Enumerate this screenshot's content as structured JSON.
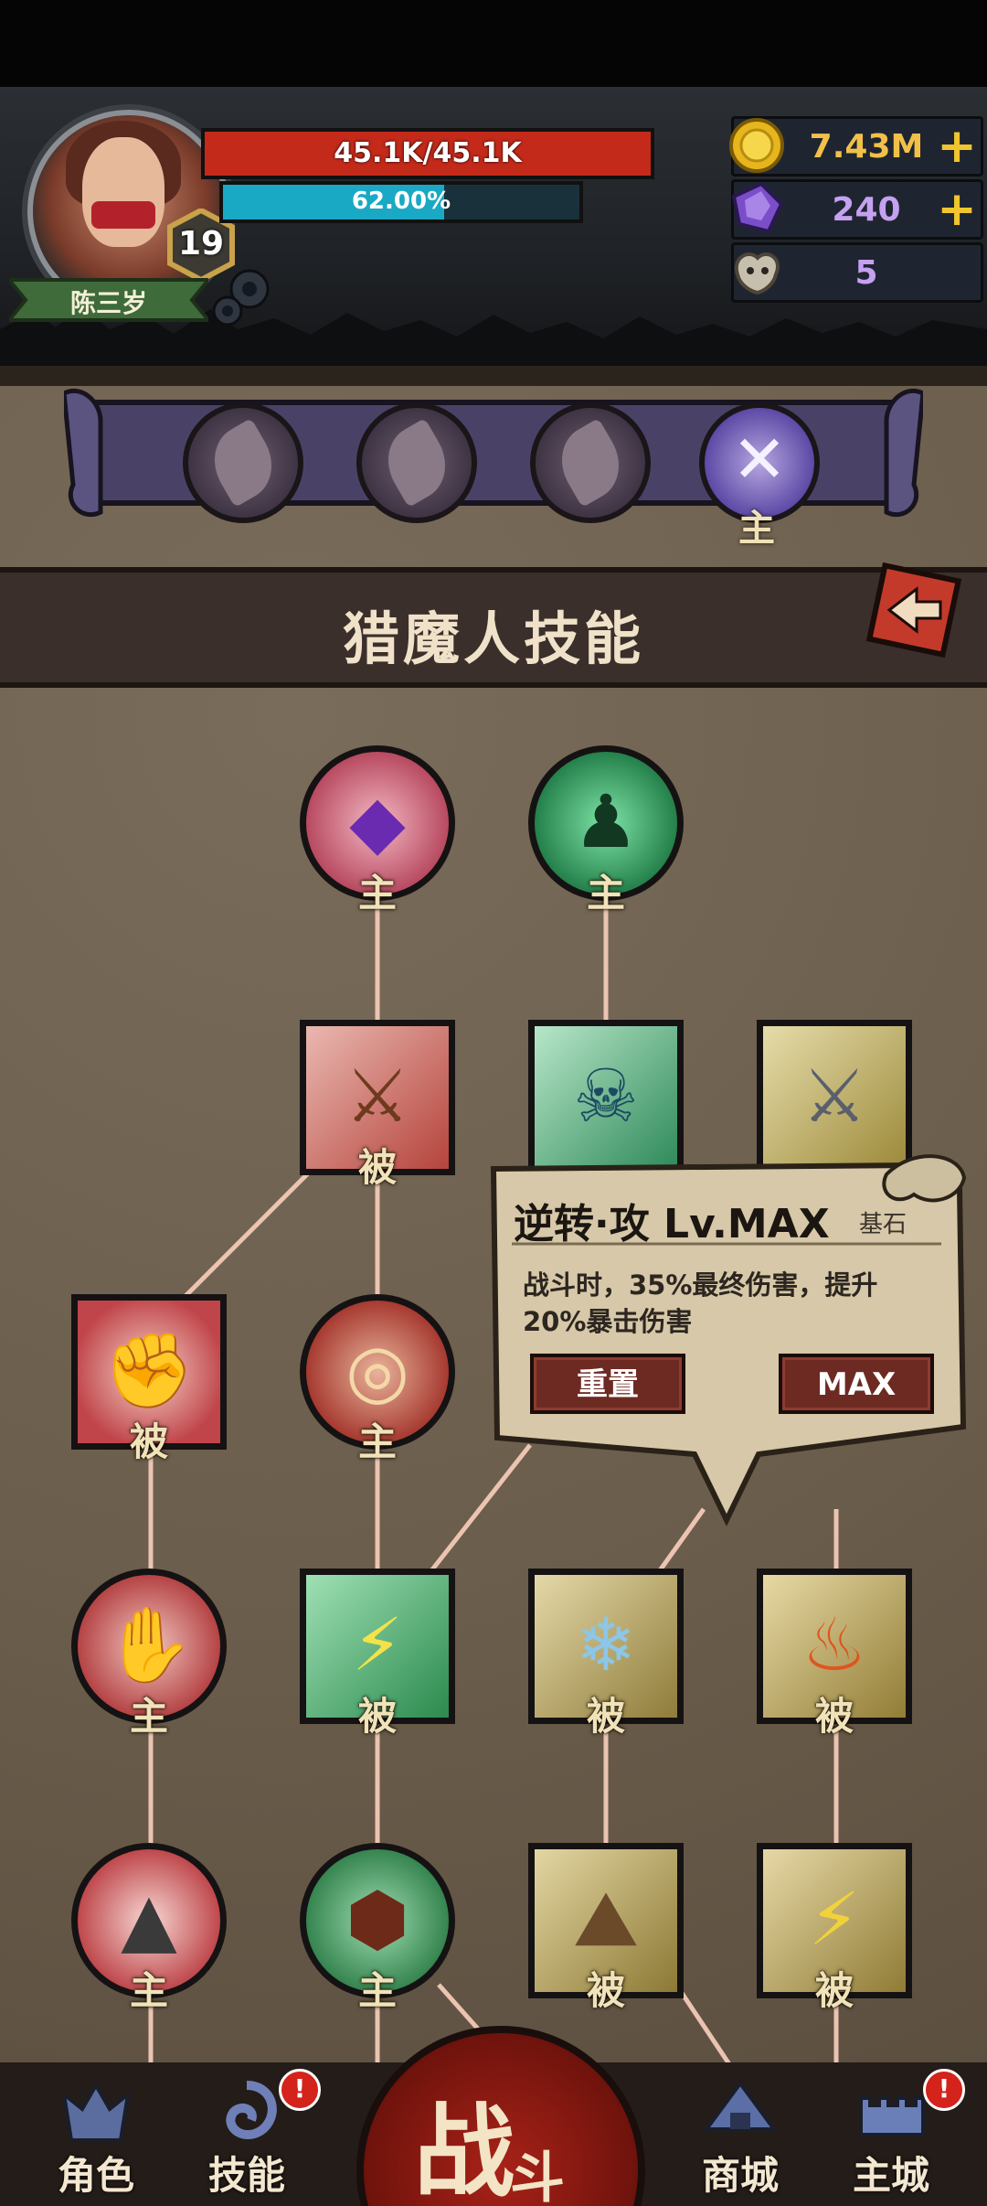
{
  "player": {
    "name": "陈三岁",
    "level": "19",
    "hp_text": "45.1K/45.1K",
    "hp_fraction": 1.0,
    "xp_text": "62.00%",
    "xp_fraction": 0.62
  },
  "resources": {
    "gold": "7.43M",
    "gems": "240",
    "keys": "5",
    "plus": "+"
  },
  "equipped_slots": {
    "main_tag": "主"
  },
  "panel": {
    "title": "猎魔人技能"
  },
  "skills": [
    {
      "id": "s1",
      "tag": "主"
    },
    {
      "id": "s2",
      "tag": "主"
    },
    {
      "id": "s3",
      "tag": "被"
    },
    {
      "id": "s4",
      "tag": ""
    },
    {
      "id": "s5",
      "tag": ""
    },
    {
      "id": "s6",
      "tag": "被"
    },
    {
      "id": "s7",
      "tag": "主"
    },
    {
      "id": "s8",
      "tag": "主"
    },
    {
      "id": "s9",
      "tag": "被"
    },
    {
      "id": "s10",
      "tag": "被"
    },
    {
      "id": "s11",
      "tag": "被"
    },
    {
      "id": "s12",
      "tag": "主"
    },
    {
      "id": "s13",
      "tag": "主"
    },
    {
      "id": "s14",
      "tag": "被"
    },
    {
      "id": "s15",
      "tag": "被"
    }
  ],
  "tooltip": {
    "title": "逆转·攻 Lv.MAX",
    "subtitle": "基石",
    "description": "战斗时，35%最终伤害，提升20%暴击伤害",
    "reset_label": "重置",
    "max_label": "MAX"
  },
  "nav": {
    "character": "角色",
    "skills": "技能",
    "battle_1": "战",
    "battle_2": "斗",
    "shop": "商城",
    "city": "主城",
    "badge": "!"
  }
}
